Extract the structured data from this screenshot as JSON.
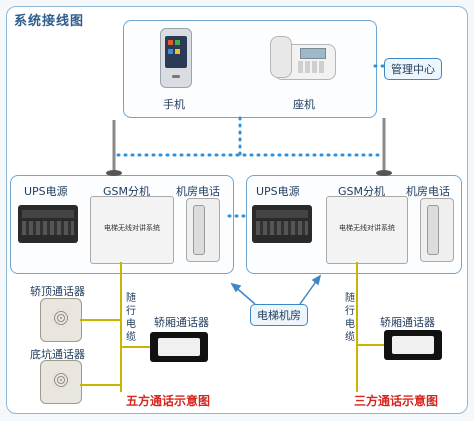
{
  "title": "系统接线图",
  "top": {
    "phone_label": "手机",
    "landline_label": "座机",
    "center_label": "管理中心"
  },
  "left": {
    "ups_label": "UPS电源",
    "gsm_label": "GSM分机",
    "room_phone_label": "机房电话",
    "car_top_label": "轿顶通话器",
    "pit_label": "底坑通话器",
    "car_label": "轿厢通话器",
    "cable_label": "随行电缆",
    "caption": "五方通话示意图"
  },
  "right": {
    "ups_label": "UPS电源",
    "gsm_label": "GSM分机",
    "room_phone_label": "机房电话",
    "car_label": "轿厢通话器",
    "cable_label": "随行电缆",
    "caption": "三方通话示意图"
  },
  "machine_room_label": "电梯机房",
  "gsm_device_text": "电梯无线对讲系统",
  "colors": {
    "frame": "#8fb7d6",
    "dotted": "#2f8fd8",
    "wire": "#c9b400",
    "red": "#d6261f"
  }
}
